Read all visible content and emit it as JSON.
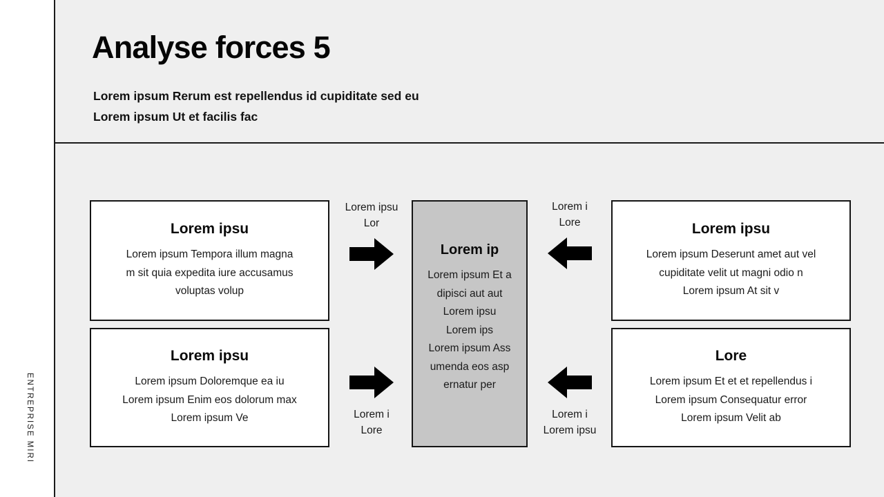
{
  "rail": {
    "label": "ENTREPRISE MIRI"
  },
  "header": {
    "title": "Analyse forces 5",
    "subtitle": "Lorem ipsum Rerum est repellendus id cupiditate sed eu\nLorem ipsum Ut et facilis fac"
  },
  "colors": {
    "canvas_bg": "#efefef",
    "rail_bg": "#ffffff",
    "box_bg": "#ffffff",
    "center_box_bg": "#c6c6c6",
    "border": "#141414",
    "text": "#1a1a1a"
  },
  "boxes": {
    "top_left": {
      "title": "Lorem ipsu",
      "body": "Lorem ipsum Tempora illum magna\nm sit quia expedita iure accusamus\nvoluptas volup"
    },
    "bottom_left": {
      "title": "Lorem ipsu",
      "body": "Lorem ipsum Doloremque ea iu\nLorem ipsum Enim eos dolorum max\nLorem ipsum Ve"
    },
    "center": {
      "title": "Lorem ip",
      "body": "Lorem ipsum Et a\ndipisci aut aut\nLorem ipsu\nLorem ips\nLorem ipsum Ass\numenda eos asp\nernatur per"
    },
    "top_right": {
      "title": "Lorem ipsu",
      "body": "Lorem ipsum Deserunt amet aut vel\ncupiditate velit ut magni odio n\nLorem ipsum At sit v"
    },
    "bottom_right": {
      "title": "Lore",
      "body": "Lorem ipsum Et et et repellendus i\nLorem ipsum Consequatur error\nLorem ipsum Velit ab"
    }
  },
  "connectors": {
    "top_left": {
      "label": "Lorem ipsu\nLor",
      "direction": "right",
      "icon": "arrow-right-icon"
    },
    "bottom_left": {
      "label": "Lorem i\nLore",
      "direction": "right",
      "icon": "arrow-right-icon"
    },
    "top_right": {
      "label": "Lorem i\nLore",
      "direction": "left",
      "icon": "arrow-left-icon"
    },
    "bottom_right": {
      "label": "Lorem i\nLorem ipsu",
      "direction": "left",
      "icon": "arrow-left-icon"
    }
  }
}
